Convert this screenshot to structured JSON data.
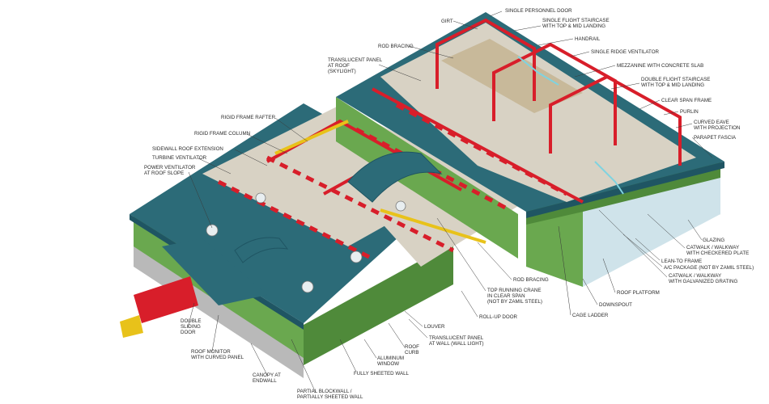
{
  "labels": {
    "single_personnel_door": [
      "SINGLE PERSONNEL DOOR"
    ],
    "single_flight_staircase": [
      "SINGLE FLIGHT STAIRCASE",
      "WITH TOP & MID LANDING"
    ],
    "girt": [
      "GIRT"
    ],
    "handrail": [
      "HANDRAIL"
    ],
    "rod_bracing_top": [
      "ROD BRACING"
    ],
    "single_ridge_ventilator": [
      "SINGLE RIDGE VENTILATOR"
    ],
    "translucent_panel_roof": [
      "TRANSLUCENT PANEL",
      "AT ROOF",
      "(SKYLIGHT)"
    ],
    "mezzanine": [
      "MEZZANINE WITH CONCRETE SLAB"
    ],
    "double_flight_staircase": [
      "DOUBLE FLIGHT STAIRCASE",
      "WITH TOP & MID LANDING"
    ],
    "clear_span_frame": [
      "CLEAR SPAN FRAME"
    ],
    "purlin": [
      "PURLIN"
    ],
    "curved_eave": [
      "CURVED EAVE",
      "WITH PROJECTION"
    ],
    "parapet_fascia": [
      "PARAPET FASCIA"
    ],
    "rigid_frame_rafter": [
      "RIGID FRAME RAFTER"
    ],
    "rigid_frame_column": [
      "RIGID FRAME COLUMN"
    ],
    "sidewall_roof_extension": [
      "SIDEWALL ROOF EXTENSION"
    ],
    "turbine_ventilator": [
      "TURBINE VENTILATOR"
    ],
    "power_ventilator": [
      "POWER VENTILATOR",
      "AT ROOF SLOPE"
    ],
    "glazing": [
      "GLAZING"
    ],
    "catwalk_checkered": [
      "CATWALK / WALKWAY",
      "WITH CHECKERED PLATE"
    ],
    "lean_to_frame": [
      "LEAN-TO FRAME"
    ],
    "ac_package": [
      "A/C PACKAGE (NOT BY ZAMIL STEEL)"
    ],
    "catwalk_galvanized": [
      "CATWALK / WALKWAY",
      "WITH GALVANIZED GRATING"
    ],
    "roof_platform": [
      "ROOF PLATFORM"
    ],
    "downspout": [
      "DOWNSPOUT"
    ],
    "cage_ladder": [
      "CAGE LADDER"
    ],
    "rod_bracing_wall": [
      "ROD BRACING"
    ],
    "top_running_crane": [
      "TOP RUNNING CRANE",
      "IN CLEAR SPAN",
      "(NOT BY ZAMIL STEEL)"
    ],
    "roll_up_door": [
      "ROLL-UP DOOR"
    ],
    "louver": [
      "LOUVER"
    ],
    "translucent_panel_wall": [
      "TRANSLUCENT PANEL",
      "AT WALL (WALL LIGHT)"
    ],
    "roof_curb": [
      "ROOF",
      "CURB"
    ],
    "aluminum_window": [
      "ALUMINUM",
      "WINDOW"
    ],
    "fully_sheeted_wall": [
      "FULLY SHEETED WALL"
    ],
    "partial_blockwall": [
      "PARTIAL BLOCKWALL /",
      "PARTIALLY SHEETED WALL"
    ],
    "canopy_endwall": [
      "CANOPY AT",
      "ENDWALL"
    ],
    "roof_monitor": [
      "ROOF MONITOR",
      "WITH CURVED PANEL"
    ],
    "double_sliding_door": [
      "DOUBLE",
      "SLIDING",
      "DOOR"
    ]
  },
  "colors": {
    "roof": "#2c6b78",
    "roof_dark": "#1f5563",
    "wall": "#6aa84f",
    "wall_dark": "#4f8a3a",
    "steel_red": "#d81e2a",
    "crane_yellow": "#e8c21a",
    "floor": "#d8d2c4",
    "blockwall": "#b9b9b9",
    "truck": "#d81e2a",
    "cab": "#e8c21a",
    "staircase": "#7fd3e0",
    "glazing": "#cfe3ea"
  }
}
